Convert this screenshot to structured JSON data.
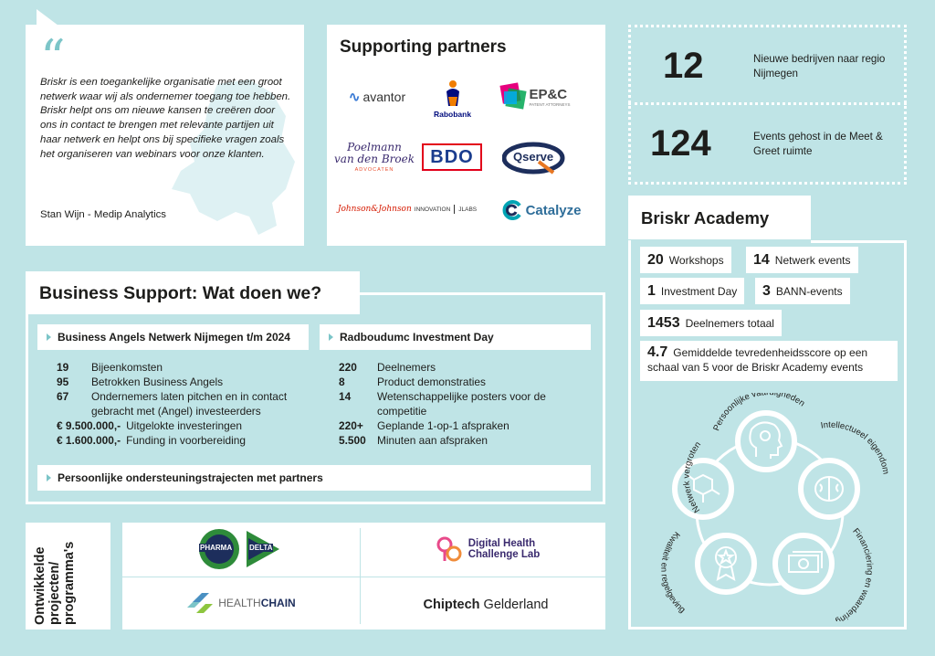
{
  "quote": {
    "text": "Briskr is een toegankelijke organisatie met een groot netwerk waar wij als ondernemer toegang toe hebben.\nBriskr helpt ons om nieuwe kansen te creëren door ons in contact te brengen met relevante partijen uit haar netwerk en helpt ons bij specifieke vragen zoals het organiseren van webinars voor onze klanten.",
    "author": "Stan Wijn - Medip Analytics",
    "mark": "“"
  },
  "partners": {
    "title": "Supporting partners",
    "logos": {
      "avantor": "avantor",
      "rabobank": "Rabobank",
      "epc": "EP&C",
      "epc_sub": "PATENT ATTORNEYS",
      "poelmann_1": "Poelmann",
      "poelmann_2": "van den Broek",
      "poelmann_3": "ADVOCATEN",
      "bdo": "BDO",
      "qserve": "Qserve",
      "jj": "Johnson&Johnson",
      "jj_innovation": "INNOVATION",
      "jj_labs": "JLABS",
      "catalyze": "Catalyze"
    }
  },
  "stats": [
    {
      "num": "12",
      "label": "Nieuwe bedrijven naar regio Nijmegen"
    },
    {
      "num": "124",
      "label": "Events gehost in de Meet & Greet ruimte"
    }
  ],
  "academy": {
    "title": "Briskr Academy",
    "pills": [
      {
        "num": "20",
        "label": "Workshops"
      },
      {
        "num": "14",
        "label": "Netwerk events"
      },
      {
        "num": "1",
        "label": "Investment Day"
      },
      {
        "num": "3",
        "label": "BANN-events"
      },
      {
        "num": "1453",
        "label": "Deelnemers totaal"
      },
      {
        "num": "4.7",
        "label": "Gemiddelde tevredenheidsscore op een schaal van 5 voor de Briskr Academy events"
      }
    ],
    "cycle": [
      "Persoonlijke vaardigheden",
      "Intellectueel eigendom",
      "Financiering en waardering",
      "Kwaliteit en regelgeving",
      "Netwerk vergroten"
    ],
    "colors": {
      "accent": "#7cc5c8",
      "background": "#bfe4e6"
    }
  },
  "business": {
    "title": "Business Support: Wat doen we?",
    "bann": {
      "title": "Business Angels Netwerk Nijmegen t/m 2024",
      "rows": [
        {
          "n": "19",
          "t": "Bijeenkomsten"
        },
        {
          "n": "95",
          "t": "Betrokken Business Angels"
        },
        {
          "n": "67",
          "t": "Ondernemers laten pitchen en in contact gebracht met (Angel) investeerders"
        },
        {
          "n": "€ 9.500.000,-",
          "t": "Uitgelokte investeringen"
        },
        {
          "n": "€ 1.600.000,-",
          "t": "Funding in voorbereiding"
        }
      ]
    },
    "radboud": {
      "title": "Radboudumc Investment Day",
      "rows": [
        {
          "n": "220",
          "t": "Deelnemers"
        },
        {
          "n": "8",
          "t": "Product demonstraties"
        },
        {
          "n": "14",
          "t": "Wetenschappelijke posters voor de competitie"
        },
        {
          "n": "220+",
          "t": "Geplande 1-op-1 afspraken"
        },
        {
          "n": "5.500",
          "t": "Minuten aan afspraken"
        }
      ]
    },
    "personal": "Persoonlijke ondersteuningstrajecten met partners"
  },
  "projects": {
    "label": "Ontwikkelde projecten/ programma's",
    "logos": {
      "pharma": "PHARMA",
      "delta": "DELTA",
      "healthchain_1": "HEALTH",
      "healthchain_2": "CHAIN",
      "dhcl_1": "Digital Health",
      "dhcl_2": "Challenge Lab",
      "chiptech_1": "Chiptech",
      "chiptech_2": "Gelderland"
    }
  }
}
